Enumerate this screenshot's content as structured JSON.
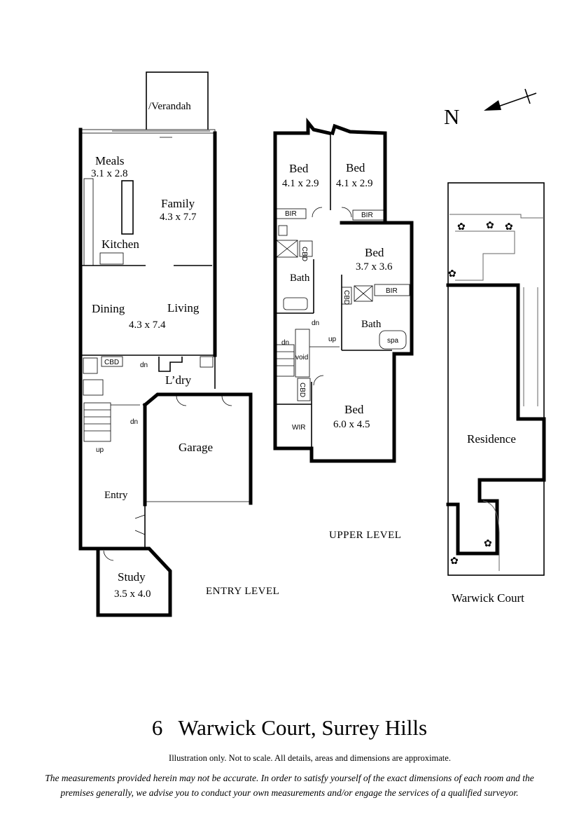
{
  "compass": {
    "letter": "N"
  },
  "entry_level": {
    "label": "ENTRY LEVEL",
    "verandah": "/Verandah",
    "meals": {
      "name": "Meals",
      "dims": "3.1 x 2.8"
    },
    "family": {
      "name": "Family",
      "dims": "4.3 x 7.7"
    },
    "kitchen": {
      "name": "Kitchen"
    },
    "dining": {
      "name": "Dining"
    },
    "living": {
      "name": "Living",
      "dims": "4.3 x 7.4"
    },
    "cbd": "CBD",
    "dn1": "dn",
    "dn2": "dn",
    "up": "up",
    "laundry": "L’dry",
    "garage": "Garage",
    "entry": "Entry",
    "study": {
      "name": "Study",
      "dims": "3.5 x 4.0"
    }
  },
  "upper_level": {
    "label": "UPPER LEVEL",
    "bed1": {
      "name": "Bed",
      "dims": "4.1 x 2.9"
    },
    "bed2": {
      "name": "Bed",
      "dims": "4.1 x 2.9"
    },
    "bed3": {
      "name": "Bed",
      "dims": "3.7 x 3.6"
    },
    "bed4": {
      "name": "Bed",
      "dims": "6.0 x 4.5"
    },
    "bir1": "BIR",
    "bir2": "BIR",
    "bir3": "BIR",
    "cbd1": "CBD",
    "cbd2": "CBD",
    "cbd3": "CBD",
    "bath1": "Bath",
    "bath2": "Bath",
    "spa": "spa",
    "dn1": "dn",
    "dn2": "dn",
    "up": "up",
    "void": "void",
    "wir": "WIR"
  },
  "site": {
    "residence": "Residence",
    "street": "Warwick Court"
  },
  "title": {
    "number": "6",
    "address": "Warwick Court, Surrey Hills"
  },
  "note": "Illustration only. Not to scale. All details, areas and dimensions are approximate.",
  "disclaimer": {
    "line1": "The measurements provided herein may not be accurate. In order to satisfy yourself of the exact dimensions of each room and the",
    "line2": "premises generally, we advise you to conduct your own measurements and/or engage the services of a qualified surveyor."
  }
}
